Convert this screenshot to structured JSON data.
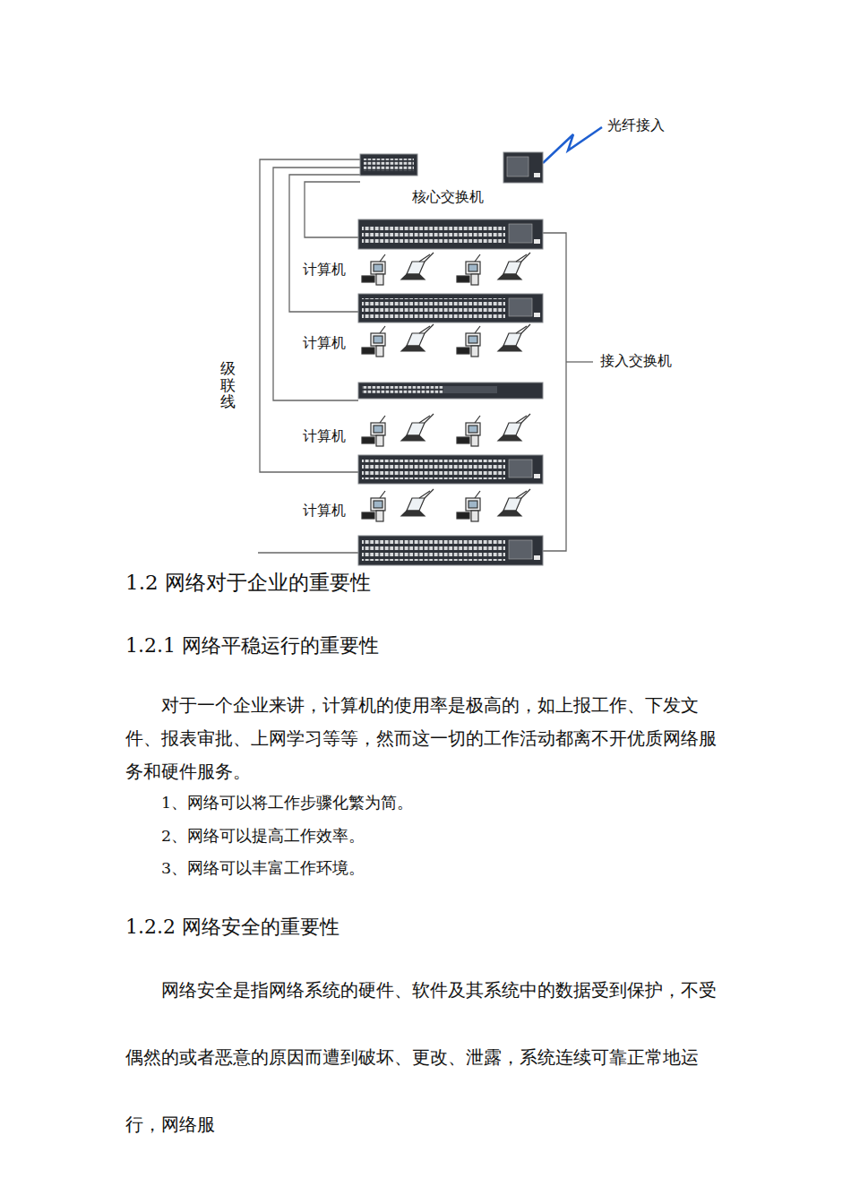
{
  "diagram": {
    "nodes": [
      {
        "text": [
          "核心交换机"
        ]
      }
    ],
    "labels": [
      "光纤接入",
      "计算机",
      "计算机",
      "计算机",
      "计算机",
      "级联线",
      "接入交换机",
      "1.2 网络对于企业的重要性",
      "1.2.1 网络平稳运行的重要性",
      "对于一个企业来讲，计算机的使用率是极高的，如上报工作、下发文件、报表审批、上网学习等等，然而这一切的工作活动都离不开优质网络服务和硬件服务。",
      "1、网络可以将工作步骤化繁为简。",
      "2、网络可以提高工作效率。",
      "3、网络可以丰富工作环境。",
      "1.2.2 网络安全的重要性",
      "网络安全是指网络系统的硬件、软件及其系统中的数据受到保护，不受偶然的或者恶意的原因而遭到破坏、更改、泄露，系统连续可靠正常地运行，网络服"
    ]
  }
}
